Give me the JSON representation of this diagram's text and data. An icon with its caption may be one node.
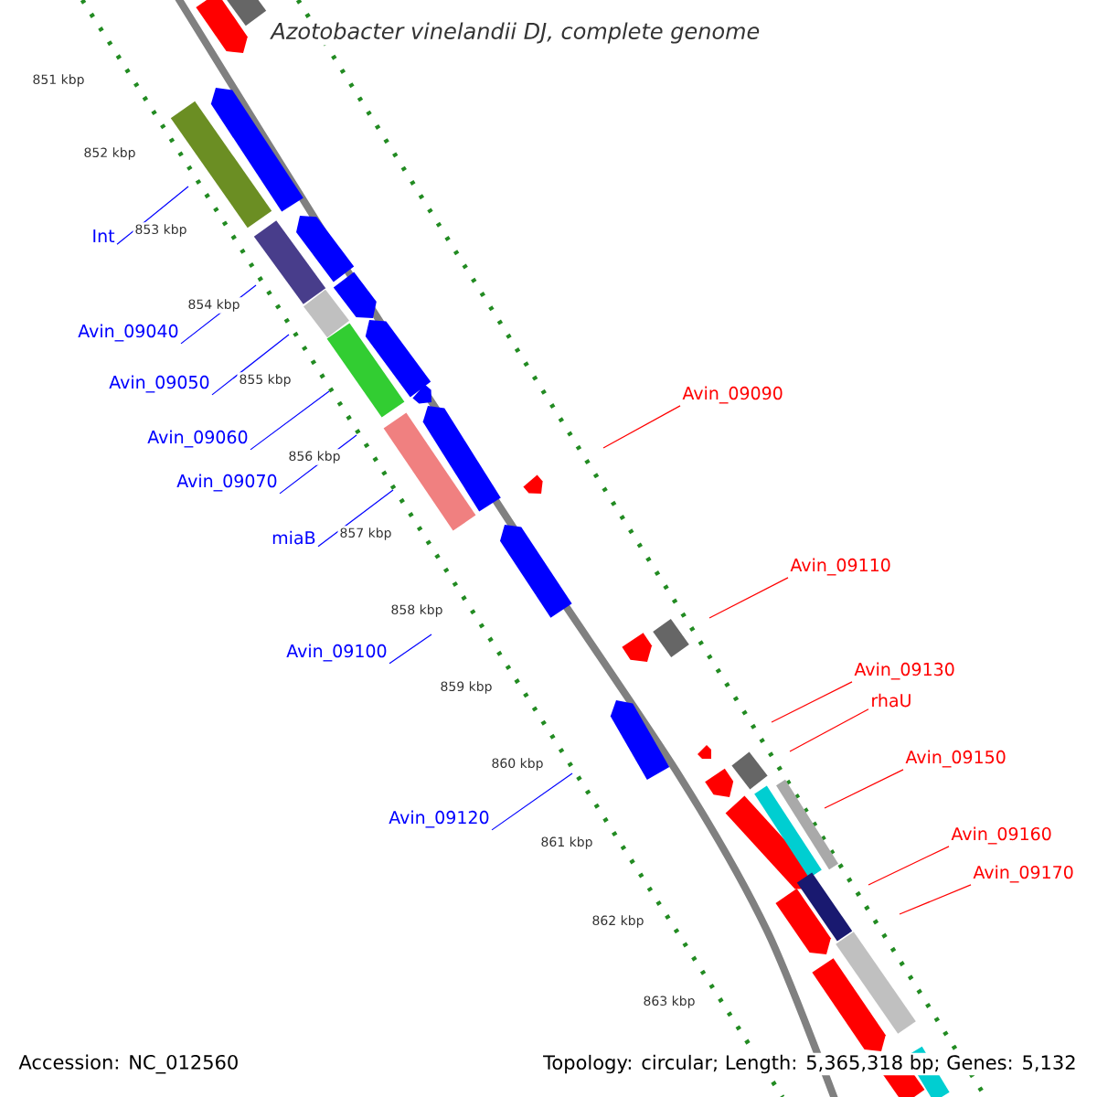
{
  "diagram": {
    "title": "Azotobacter vinelandii DJ, complete genome",
    "nodes": [
      {
        "text": [
          "Int"
        ]
      },
      {
        "text": [
          "Avin_09040"
        ]
      },
      {
        "text": [
          "Avin_09050"
        ]
      },
      {
        "text": [
          "Avin_09060"
        ]
      },
      {
        "text": [
          "Avin_09070"
        ]
      },
      {
        "text": [
          "miaB"
        ]
      },
      {
        "text": [
          "Avin_09100"
        ]
      },
      {
        "text": [
          "Avin_09120"
        ]
      },
      {
        "text": [
          "Avin_09090"
        ]
      },
      {
        "text": [
          "Avin_09110"
        ]
      },
      {
        "text": [
          "Avin_09130"
        ]
      },
      {
        "text": [
          "rhaU"
        ]
      },
      {
        "text": [
          "Avin_09150"
        ]
      },
      {
        "text": [
          "Avin_09160"
        ]
      },
      {
        "text": [
          "Avin_09170"
        ]
      }
    ],
    "edges": [
      {
        "from": 0,
        "to": null,
        "arrow": "none"
      },
      {
        "from": 1,
        "to": null,
        "arrow": "none"
      },
      {
        "from": 2,
        "to": null,
        "arrow": "none"
      },
      {
        "from": 3,
        "to": null,
        "arrow": "none"
      },
      {
        "from": 4,
        "to": null,
        "arrow": "none"
      },
      {
        "from": 5,
        "to": null,
        "arrow": "none"
      },
      {
        "from": 6,
        "to": null,
        "arrow": "none"
      },
      {
        "from": 7,
        "to": null,
        "arrow": "none"
      },
      {
        "from": 8,
        "to": null,
        "arrow": "none",
        "color": "#ff0000"
      },
      {
        "from": 9,
        "to": null,
        "arrow": "none",
        "color": "#ff0000"
      },
      {
        "from": 10,
        "to": null,
        "arrow": "none",
        "color": "#ff0000"
      },
      {
        "from": 11,
        "to": null,
        "arrow": "none",
        "color": "#ff0000"
      },
      {
        "from": 12,
        "to": null,
        "arrow": "none",
        "color": "#ff0000"
      },
      {
        "from": 13,
        "to": null,
        "arrow": "none",
        "color": "#ff0000"
      },
      {
        "from": 14,
        "to": null,
        "arrow": "none",
        "color": "#ff0000"
      }
    ],
    "labels": [
      "851 kbp",
      "852 kbp",
      "853 kbp",
      "854 kbp",
      "855 kbp",
      "856 kbp",
      "857 kbp",
      "858 kbp",
      "859 kbp",
      "860 kbp",
      "861 kbp",
      "862 kbp",
      "863 kbp",
      "Accession: NC_012560",
      "Topology: circular; Length: 5,365,318 bp; Genes: 5,132"
    ]
  }
}
